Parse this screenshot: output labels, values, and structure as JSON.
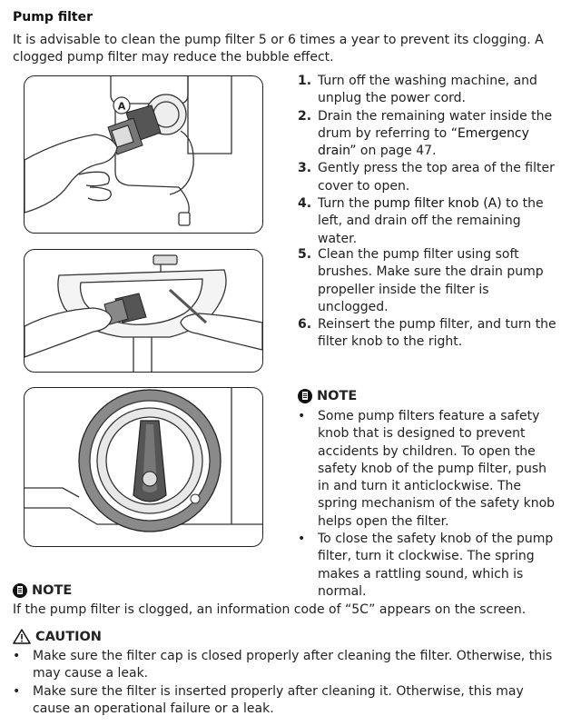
{
  "title": "Pump filter",
  "intro": "It is advisable to clean the pump filter 5 or 6 times a year to prevent its clogging. A clogged pump filter may reduce the bubble effect.",
  "figure1": {
    "callout": "A"
  },
  "steps": [
    {
      "num": "1.",
      "text": "Turn off the washing machine, and unplug the power cord."
    },
    {
      "num": "2.",
      "pre": "Drain the remaining water inside the drum by referring to ",
      "ref": "“Emergency drain”",
      "mid": " on page ",
      "page": "47",
      "post": "."
    },
    {
      "num": "3.",
      "text": "Gently press the top area of the filter cover to open."
    },
    {
      "num": "4.",
      "pre": "Turn the ",
      "ref": "pump filter knob (A)",
      "post": " to the left, and drain off the remaining water."
    },
    {
      "num": "5.",
      "text": "Clean the pump filter using soft brushes. Make sure the drain pump propeller inside the filter is unclogged."
    },
    {
      "num": "6.",
      "text": "Reinsert the pump filter, and turn the filter knob to the right."
    }
  ],
  "side_note": {
    "heading": "NOTE",
    "bullets": [
      "Some pump filters feature a safety knob that is designed to prevent accidents by children. To open the safety knob of the pump filter, push in and turn it anticlockwise. The spring mechanism of the safety knob helps open the filter.",
      "To close the safety knob of the pump filter, turn it clockwise. The spring makes a rattling sound, which is normal."
    ]
  },
  "bottom_note": {
    "heading": "NOTE",
    "pre": "If the pump filter is clogged, an information code of “",
    "code": "5C",
    "post": "” appears on the screen."
  },
  "caution": {
    "heading": "CAUTION",
    "bullets": [
      "Make sure the filter cap is closed properly after cleaning the filter. Otherwise, this may cause a leak.",
      "Make sure the filter is inserted properly after cleaning it. Otherwise, this may cause an operational failure or a leak."
    ]
  }
}
